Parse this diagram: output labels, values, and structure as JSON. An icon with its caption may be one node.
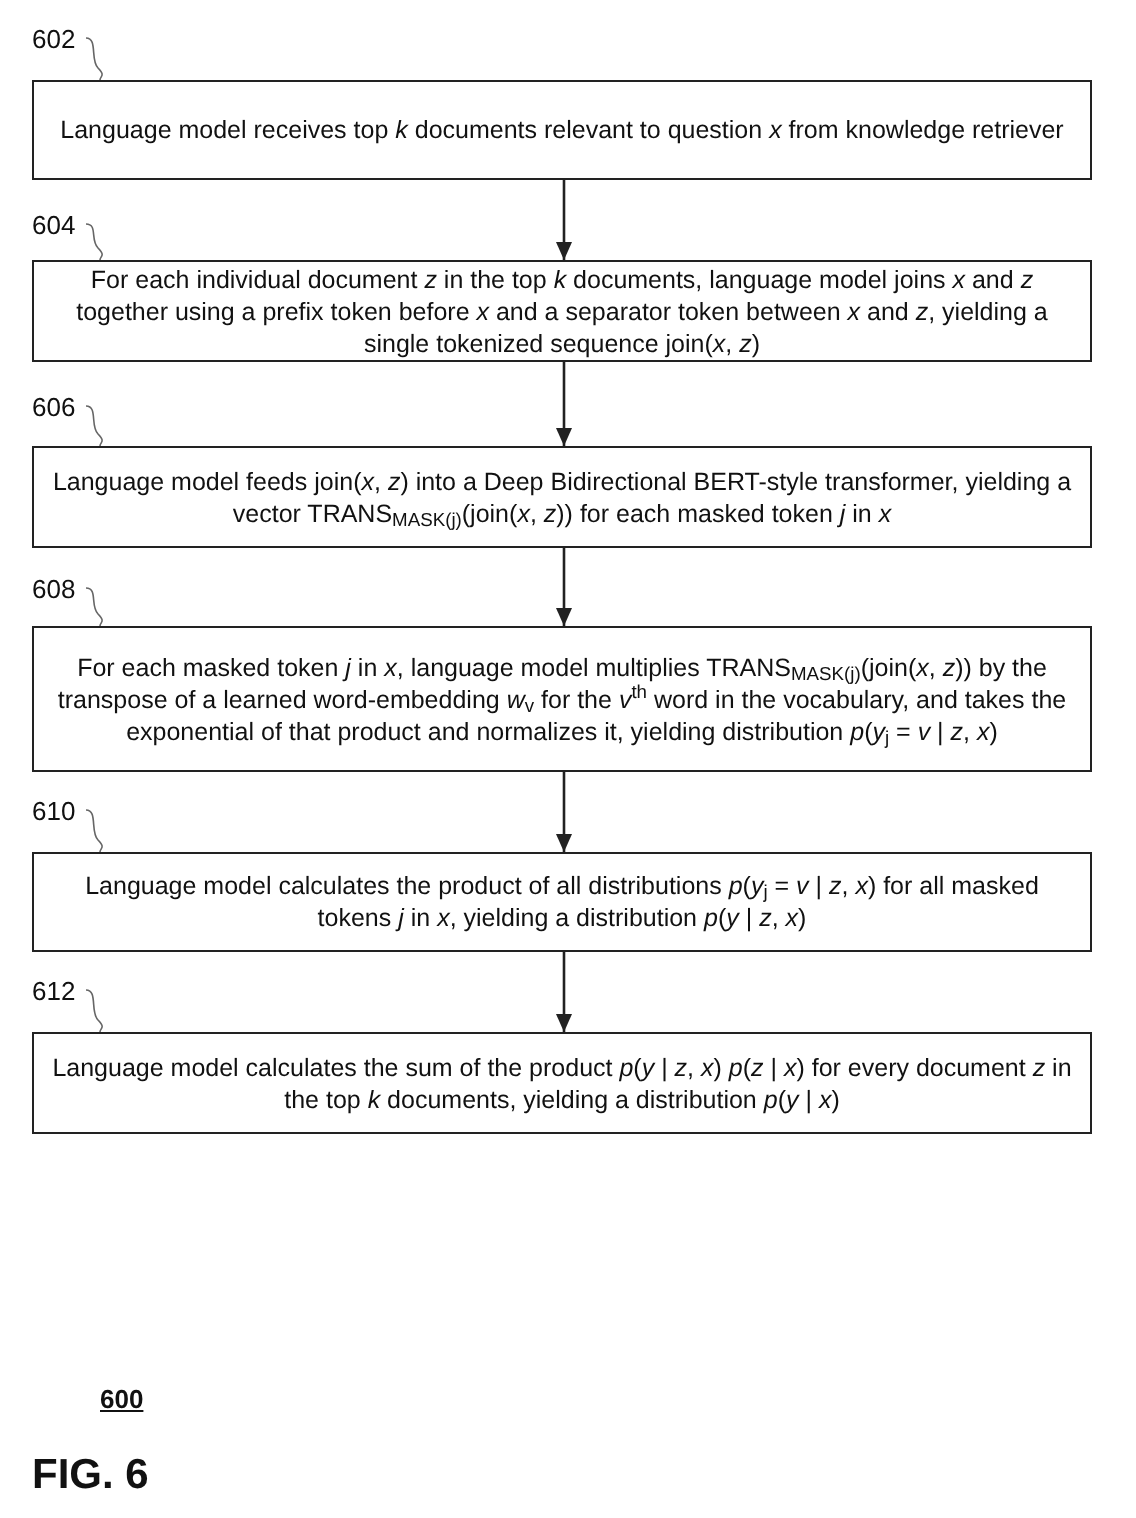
{
  "diagram": {
    "caption": "FIG. 6",
    "nodes": [
      {
        "text": [
          "602"
        ]
      },
      {
        "text": [
          "Language model receives top *k* documents relevant to question *x* from knowledge retriever"
        ]
      },
      {
        "text": [
          "604"
        ]
      },
      {
        "text": [
          "For each individual document *z* in the top *k* documents, language model joins *x* and *z* together using a prefix token before *x* and a separator token between *x* and *z*, yielding a single tokenized sequence join(*x*, *z*)"
        ]
      },
      {
        "text": [
          "606"
        ]
      },
      {
        "text": [
          "Language model feeds join(*x*, *z*) into a Deep Bidirectional BERT-style transformer, yielding a vector TRANS$_{MASK(j)}$(join(*x*, *z*)) for each masked token *j* in *x*"
        ]
      },
      {
        "text": [
          "608"
        ]
      },
      {
        "text": [
          "For each masked token *j* in *x*, language model multiplies TRANS$_{MASK(j)}$(join(*x*, *z*)) by the transpose of a learned word-embedding *w*$_{v}$ for the *v*$^{th}$ word in the vocabulary, and takes the exponential of that product and normalizes it, yielding distribution *p*(*y*$_{j}$ = *v* | *z*, *x*)"
        ]
      },
      {
        "text": [
          "610"
        ]
      },
      {
        "text": [
          "Language model calculates the product of all distributions *p*(*y*$_{j}$ = *v* | *z*, *x*) for all masked tokens *j* in *x*, yielding a distribution *p*(*y* | *z*, *x*)"
        ]
      },
      {
        "text": [
          "612"
        ]
      },
      {
        "text": [
          "Language model calculates the sum of the product *p*(*y* | *z*, *x*) *p*(*z* | *x*) for every document *z* in the top *k* documents, yielding a distribution *p*(*y* | *x*)"
        ]
      }
    ],
    "edges": [
      {
        "from": 0,
        "to": 1,
        "arrow": "none"
      },
      {
        "from": 2,
        "to": 3,
        "arrow": "none"
      },
      {
        "from": 4,
        "to": 5,
        "arrow": "none"
      },
      {
        "from": 6,
        "to": 7,
        "arrow": "none"
      },
      {
        "from": 8,
        "to": 9,
        "arrow": "none"
      },
      {
        "from": 10,
        "to": 11,
        "arrow": "none"
      },
      {
        "from": 1,
        "to": 3,
        "arrow": "to"
      },
      {
        "from": 3,
        "to": 5,
        "arrow": "to"
      },
      {
        "from": 5,
        "to": 7,
        "arrow": "to"
      },
      {
        "from": 7,
        "to": 9,
        "arrow": "to"
      },
      {
        "from": 9,
        "to": 11,
        "arrow": "to"
      }
    ],
    "labels": [
      "600"
    ]
  }
}
